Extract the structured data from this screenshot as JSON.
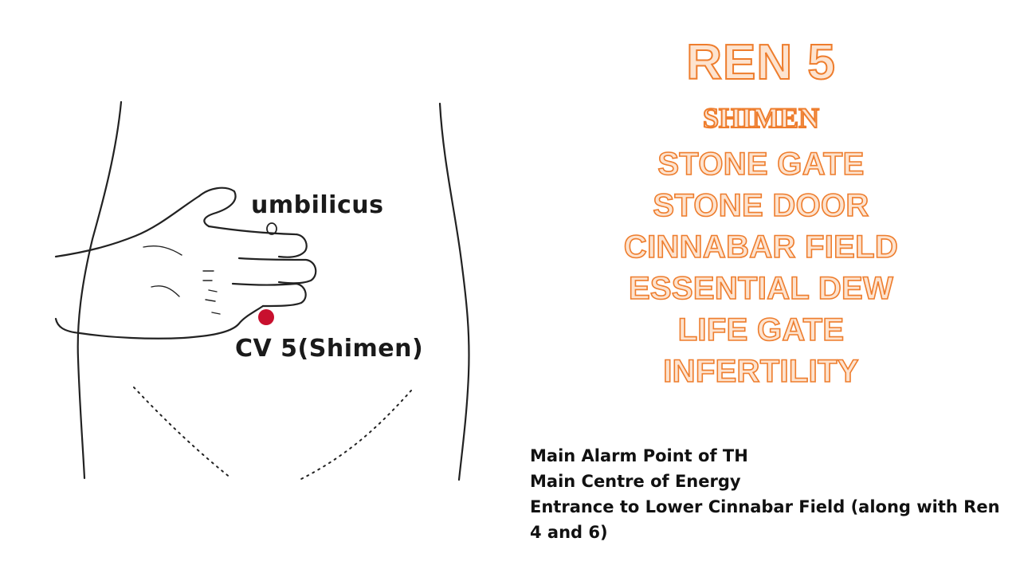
{
  "illustration": {
    "umbilicus_label": "umbilicus",
    "point_label": "CV 5(Shimen)",
    "point_color": "#c8102e"
  },
  "heading": {
    "title": "REN 5",
    "subtitle": "SHIMEN",
    "names": [
      "STONE GATE",
      "STONE DOOR",
      "CINNABAR FIELD",
      "ESSENTIAL DEW",
      "LIFE GATE",
      "INFERTILITY"
    ],
    "accent_color": "#ee7d2d"
  },
  "notes": [
    "Main Alarm Point of TH",
    "Main Centre of Energy",
    "Entrance to Lower Cinnabar Field (along with Ren 4 and 6)"
  ]
}
